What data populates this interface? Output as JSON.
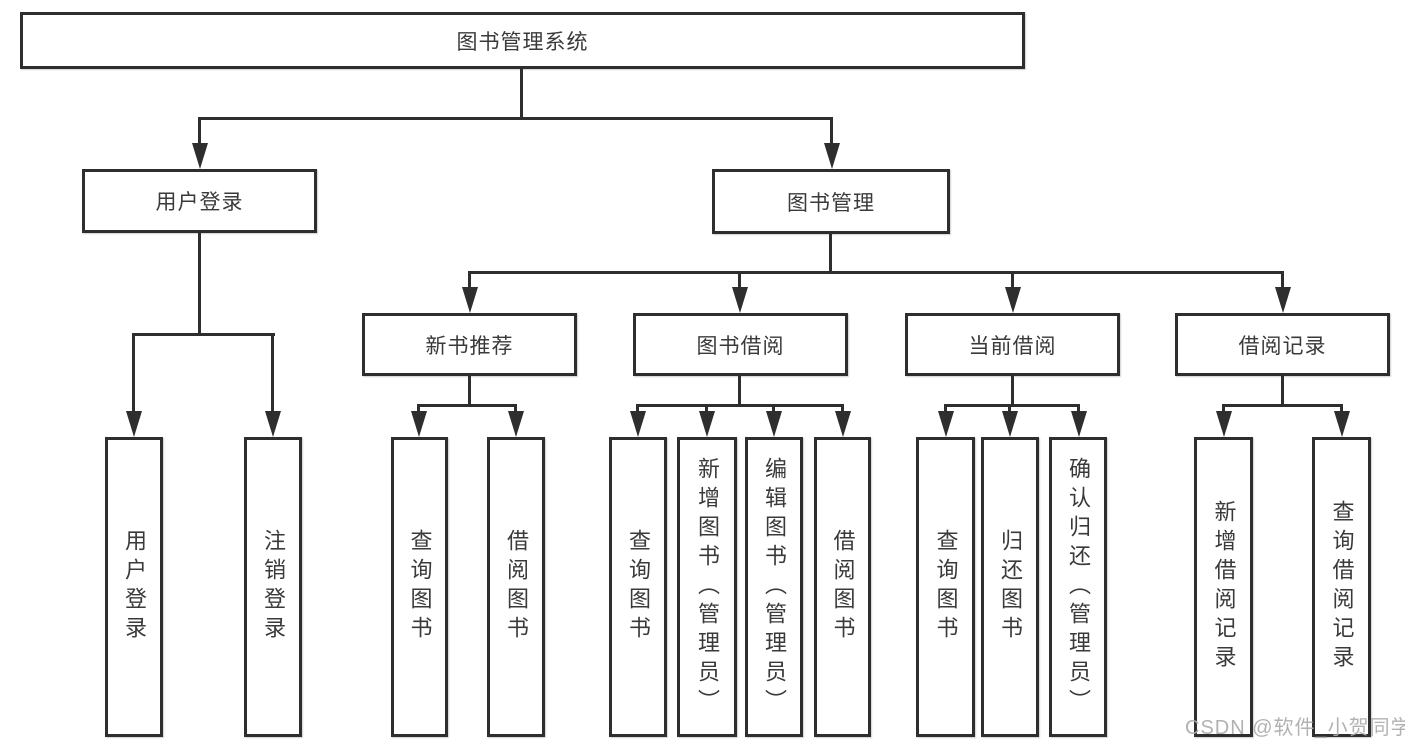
{
  "diagram_title": "图书管理系统",
  "nodes": {
    "root": "图书管理系统",
    "level2": [
      "用户登录",
      "图书管理"
    ],
    "level3": [
      "新书推荐",
      "图书借阅",
      "当前借阅",
      "借阅记录"
    ],
    "leaves": [
      "用户登录",
      "注销登录",
      "查询图书",
      "借阅图书",
      "查询图书",
      "新增图书（管理员）",
      "编辑图书（管理员）",
      "借阅图书",
      "查询图书",
      "归还图书",
      "确认归还（管理员）",
      "新增借阅记录",
      "查询借阅记录"
    ]
  },
  "watermark": "CSDN @软件_小贺同学",
  "colors": {
    "line": "#2e2e2e",
    "text": "#3a3a3a",
    "watermark": "#ababab",
    "background": "#ffffff"
  }
}
